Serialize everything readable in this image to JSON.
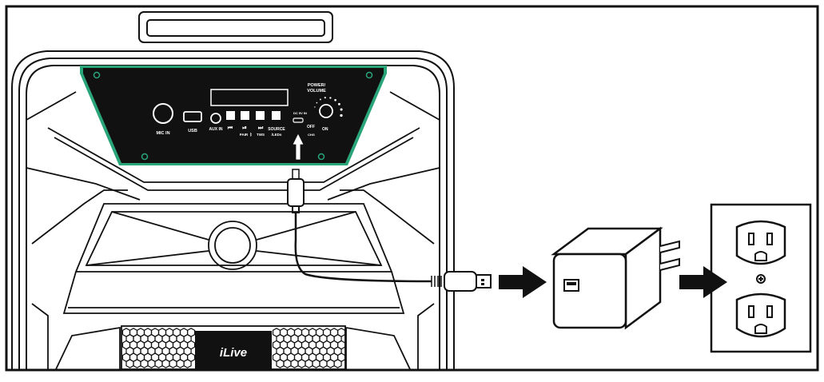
{
  "colors": {
    "outline": "#111111",
    "panel": "#111111",
    "panel_trim": "#2aa57a",
    "panel_text": "#ffffff",
    "background": "#ffffff"
  },
  "panel_labels": {
    "mic_in": "MIC IN",
    "usb": "USB",
    "aux_in": "AUX IN",
    "pair": "PAIR",
    "tws": "TWS",
    "source": "SOURCE",
    "leds": "/LEDs",
    "dc_in": "DC 5V IN",
    "charging": "CHG",
    "power_volume_line1": "POWER/",
    "power_volume_line2": "VOLUME",
    "off": "OFF",
    "on": "ON"
  },
  "brand": "iLive",
  "icons": [
    "speaker-illustration",
    "usb-cable-icon",
    "usb-wall-adapter-icon",
    "wall-outlet-icon",
    "arrow-right-icon"
  ]
}
